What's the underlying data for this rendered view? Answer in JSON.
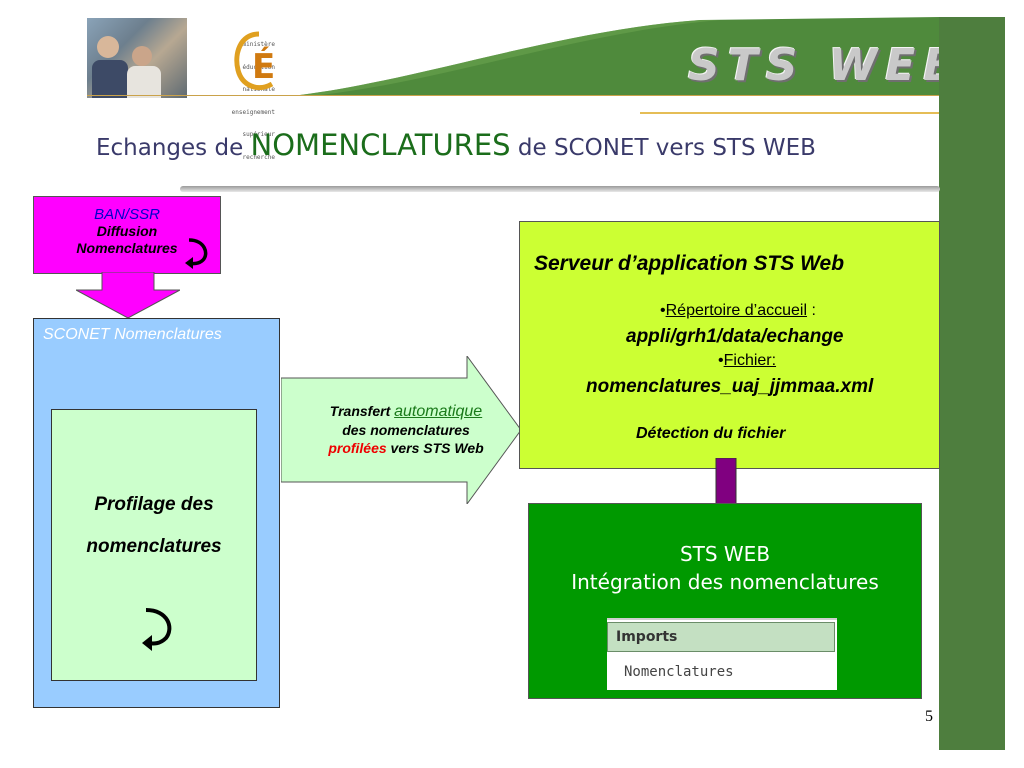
{
  "header": {
    "ministry_lines": [
      "ministère",
      "éducation",
      "nationale",
      "enseignement",
      "supérieur",
      "recherche"
    ],
    "logo_letter": "É",
    "brand": "STS WEB"
  },
  "title": {
    "part1": "Echanges de ",
    "highlight": "NOMENCLATURES",
    "part2": " de SCONET vers STS WEB"
  },
  "ban": {
    "title": "BAN/SSR",
    "line1": "Diffusion",
    "line2": "Nomenclatures"
  },
  "sconet": {
    "title": "SCONET Nomenclatures",
    "profile_line1": "Profilage des",
    "profile_line2": "nomenclatures"
  },
  "transfer": {
    "word1": "Transfert ",
    "word_auto": "automatique",
    "line2": "des nomenclatures",
    "word_red": "profilées",
    "line3_rest": " vers STS Web"
  },
  "server": {
    "title": "Serveur d’application STS Web",
    "dir_bullet": "•",
    "dir_label": "Répertoire d’accueil",
    "dir_colon": " :",
    "dir_value": "appli/grh1/data/echange",
    "file_bullet": "•",
    "file_label": "Fichier:",
    "file_value": "nomenclatures_uaj_jjmmaa.xml",
    "detection": "Détection du fichier"
  },
  "sts": {
    "title": "STS WEB",
    "subtitle": "Intégration des nomenclatures",
    "imports_header": "Imports",
    "imports_item": "Nomenclatures"
  },
  "page_number": "5",
  "colors": {
    "ban_bg": "#ff00ff",
    "sconet_bg": "#99ccff",
    "profile_bg": "#ccffcc",
    "server_bg": "#ccff33",
    "sts_bg": "#009900",
    "right_bar": "#4e7e3e",
    "arrow_purple": "#800080"
  },
  "icons": {
    "loop_arrow": "curved-return-arrow-icon",
    "down_arrow": "down-arrow-icon",
    "right_arrow": "right-arrow-icon"
  }
}
